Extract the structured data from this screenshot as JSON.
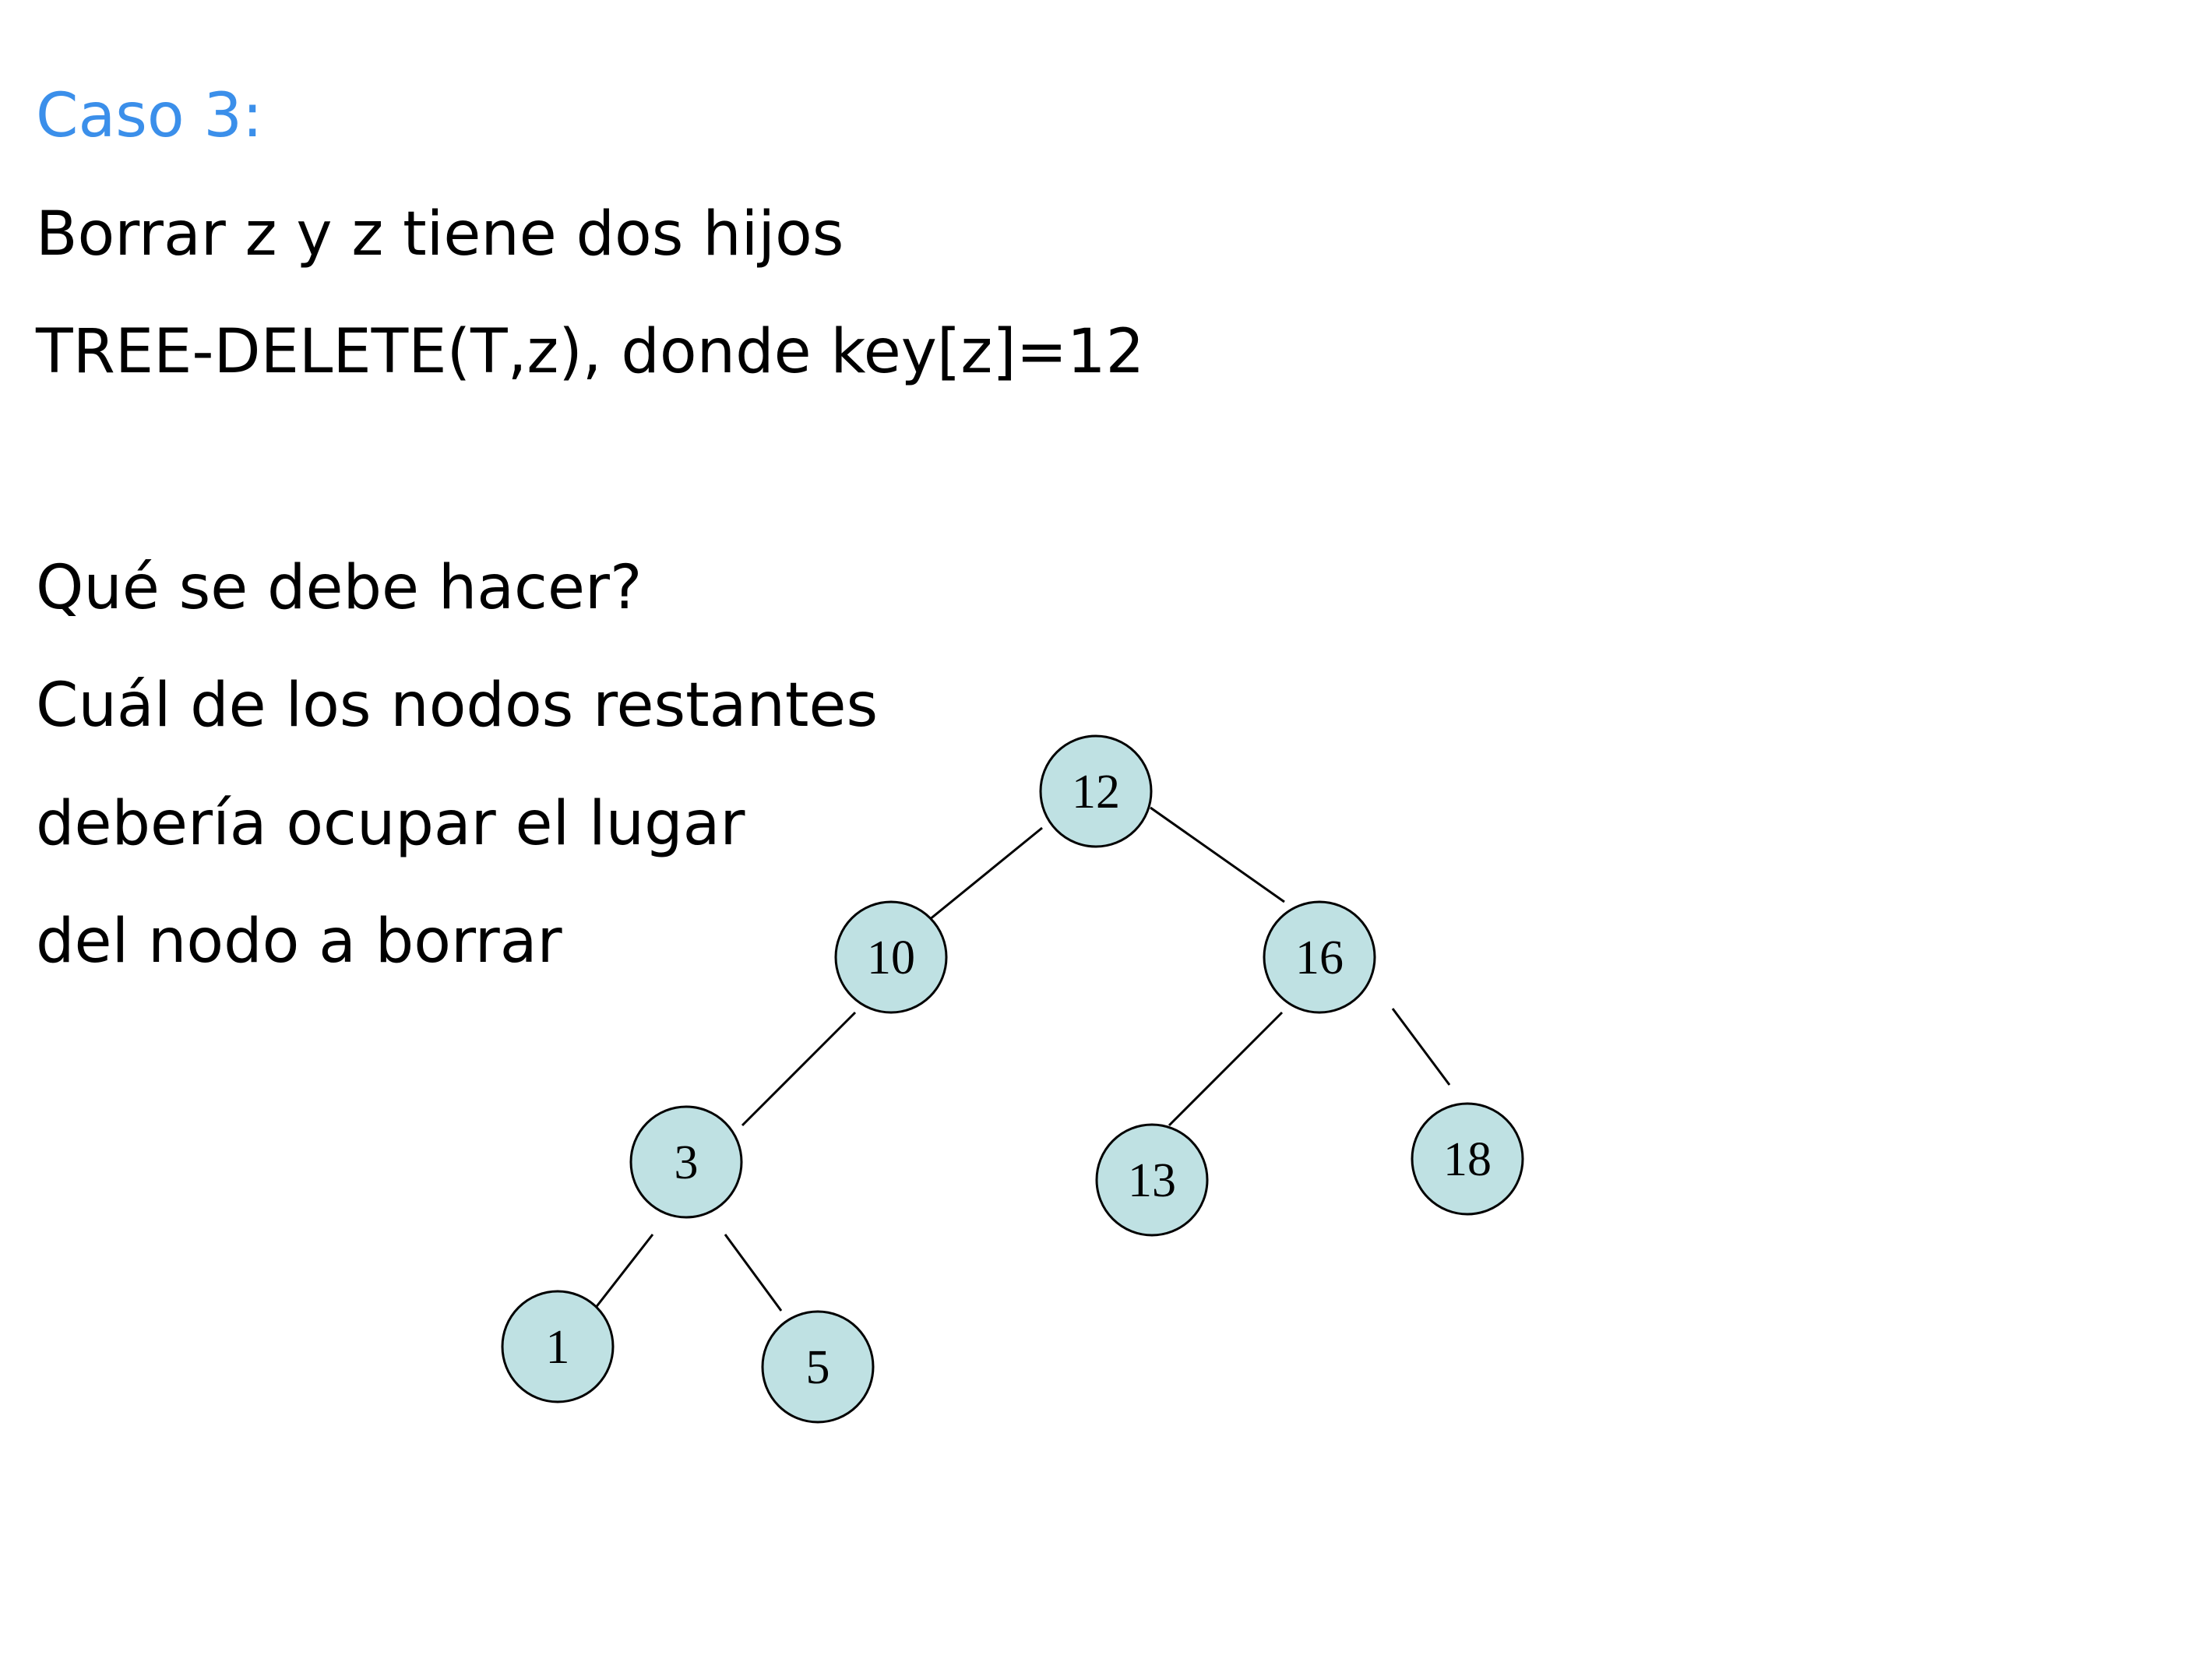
{
  "slide": {
    "title": "Caso 3:",
    "lines": [
      "Borrar z y z tiene dos hijos",
      "TREE-DELETE(T,z), donde key[z]=12",
      "Qué se debe hacer?",
      "Cuál de los nodos restantes",
      "debería ocupar el lugar",
      "del nodo a borrar"
    ]
  },
  "colors": {
    "title": "#3b8fea",
    "text": "#000000",
    "node_fill": "#bfe1e3",
    "node_stroke": "#000000"
  },
  "tree": {
    "nodes": [
      {
        "id": "n12",
        "label": "12"
      },
      {
        "id": "n10",
        "label": "10"
      },
      {
        "id": "n16",
        "label": "16"
      },
      {
        "id": "n3",
        "label": "3"
      },
      {
        "id": "n13",
        "label": "13"
      },
      {
        "id": "n18",
        "label": "18"
      },
      {
        "id": "n1",
        "label": "1"
      },
      {
        "id": "n5",
        "label": "5"
      }
    ],
    "edges": [
      [
        "n12",
        "n10"
      ],
      [
        "n12",
        "n16"
      ],
      [
        "n10",
        "n3"
      ],
      [
        "n16",
        "n13"
      ],
      [
        "n16",
        "n18"
      ],
      [
        "n3",
        "n1"
      ],
      [
        "n3",
        "n5"
      ]
    ]
  }
}
